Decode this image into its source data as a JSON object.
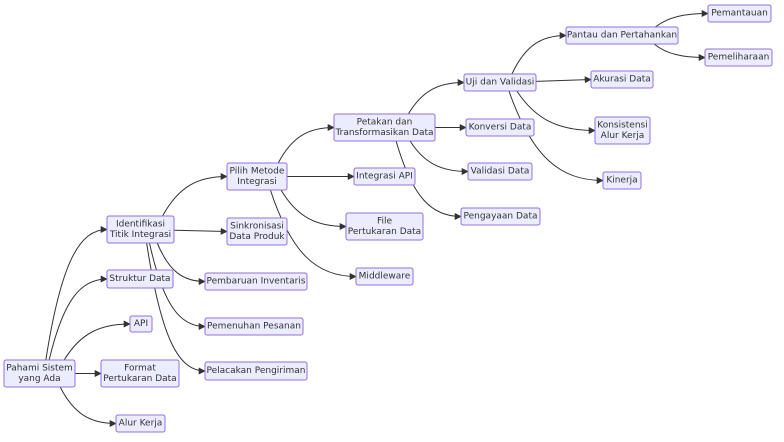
{
  "nodes": {
    "pahami": [
      "Pahami Sistem",
      "yang Ada"
    ],
    "identifikasi": [
      "Identifikasi",
      "Titik Integrasi"
    ],
    "struktur": [
      "Struktur Data"
    ],
    "api": [
      "API"
    ],
    "format": [
      "Format",
      "Pertukaran Data"
    ],
    "alur": [
      "Alur Kerja"
    ],
    "pilih": [
      "Pilih Metode",
      "Integrasi"
    ],
    "sinkronisasi": [
      "Sinkronisasi",
      "Data Produk"
    ],
    "pembaruan": [
      "Pembaruan Inventaris"
    ],
    "pemenuhan": [
      "Pemenuhan Pesanan"
    ],
    "pelacakan": [
      "Pelacakan Pengiriman"
    ],
    "petakan": [
      "Petakan dan",
      "Transformasikan Data"
    ],
    "integrasi_api": [
      "Integrasi API"
    ],
    "file": [
      "File",
      "Pertukaran Data"
    ],
    "middleware": [
      "Middleware"
    ],
    "uji": [
      "Uji dan Validasi"
    ],
    "konversi": [
      "Konversi Data"
    ],
    "validasi": [
      "Validasi Data"
    ],
    "pengayaan": [
      "Pengayaan Data"
    ],
    "pantau": [
      "Pantau dan Pertahankan"
    ],
    "akurasi": [
      "Akurasi Data"
    ],
    "konsistensi": [
      "Konsistensi",
      "Alur Kerja"
    ],
    "kinerja": [
      "Kinerja"
    ],
    "pemantauan": [
      "Pemantauan"
    ],
    "pemeliharaan": [
      "Pemeliharaan"
    ]
  },
  "edges": [
    [
      "pahami",
      "identifikasi"
    ],
    [
      "pahami",
      "struktur"
    ],
    [
      "pahami",
      "api"
    ],
    [
      "pahami",
      "format"
    ],
    [
      "pahami",
      "alur"
    ],
    [
      "identifikasi",
      "pilih"
    ],
    [
      "identifikasi",
      "sinkronisasi"
    ],
    [
      "identifikasi",
      "pembaruan"
    ],
    [
      "identifikasi",
      "pemenuhan"
    ],
    [
      "identifikasi",
      "pelacakan"
    ],
    [
      "pilih",
      "petakan"
    ],
    [
      "pilih",
      "integrasi_api"
    ],
    [
      "pilih",
      "file"
    ],
    [
      "pilih",
      "middleware"
    ],
    [
      "petakan",
      "uji"
    ],
    [
      "petakan",
      "konversi"
    ],
    [
      "petakan",
      "validasi"
    ],
    [
      "petakan",
      "pengayaan"
    ],
    [
      "uji",
      "pantau"
    ],
    [
      "uji",
      "akurasi"
    ],
    [
      "uji",
      "konsistensi"
    ],
    [
      "uji",
      "kinerja"
    ],
    [
      "pantau",
      "pemantauan"
    ],
    [
      "pantau",
      "pemeliharaan"
    ]
  ]
}
